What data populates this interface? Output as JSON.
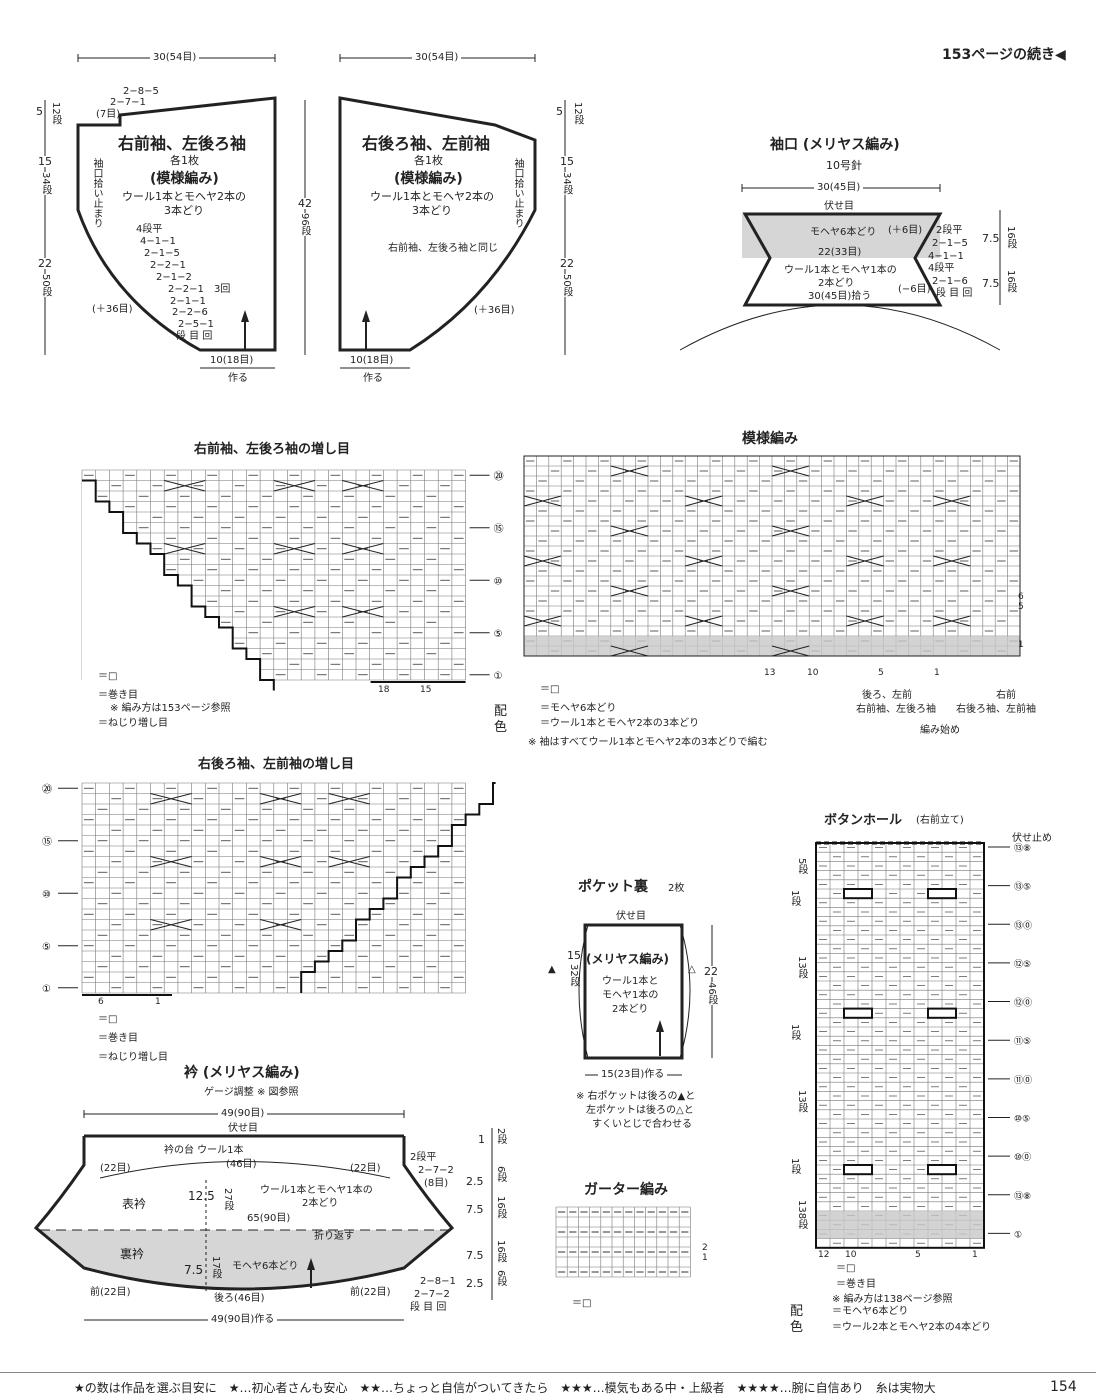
{
  "header": {
    "continued": "153ページの続き◀"
  },
  "sleeves": {
    "width_label": "30(54目)",
    "right_front": {
      "title": "右前袖、左後ろ袖",
      "count": "各1枚",
      "pattern": "(模様編み)",
      "yarn": "ウール1本とモヘヤ2本の",
      "yarn2": "3本どり"
    },
    "right_back": {
      "title": "右後ろ袖、左前袖",
      "count": "各1枚",
      "pattern": "(模様編み)",
      "yarn": "ウール1本とモヘヤ2本の",
      "yarn2": "3本どり",
      "same": "右前袖、左後ろ袖と同じ"
    },
    "side_dims": {
      "top": "5",
      "top_rows": "12段",
      "mid": "15",
      "mid_rows": "34段",
      "low": "22",
      "low_rows": "50段",
      "total": "42",
      "total_rows": "96段"
    },
    "cuff_pickup": "袖口拾い止まり",
    "top_decrease": [
      "2−8−5",
      "2−7−1",
      "(7目)"
    ],
    "increases": [
      "4段平",
      "4−1−1",
      "2−1−5",
      "2−2−1",
      "2−1−2",
      "2−2−1",
      "2−1−1",
      "2−2−6",
      "2−5−1",
      "段 目 回"
    ],
    "repeat_note": "3回",
    "plus36": "(＋36目)",
    "bottom": "10(18目)",
    "cast_on": "作る"
  },
  "cuff": {
    "title": "袖口 (メリヤス編み)",
    "needle": "10号針",
    "width": "30(45目)",
    "bind_off": "伏せ目",
    "mohair": "モヘヤ6本どり",
    "plus6": "(＋6目)",
    "mid": "22(33目)",
    "wool": "ウール1本とモヘヤ1本の",
    "wool2": "2本どり",
    "minus6": "(−6目)",
    "pickup": "30(45目)拾う",
    "rows_top": [
      "2段平",
      "2−1−5",
      "4−1−1"
    ],
    "rows_bot": [
      "4段平",
      "2−1−6",
      "段 目 回"
    ],
    "dims": {
      "h": "7.5",
      "rows": "16段"
    }
  },
  "chart1": {
    "title": "右前袖、左後ろ袖の増し目",
    "legend": [
      "＝□",
      "＝巻き目",
      "※ 編み方は153ページ参照",
      "＝ねじり増し目"
    ],
    "marks": [
      "⑳",
      "⑮",
      "⑩",
      "⑤",
      "①"
    ],
    "bottom": [
      "18",
      "15"
    ]
  },
  "pattern_chart": {
    "title": "模様編み",
    "cols": [
      "13",
      "10",
      "5",
      "1"
    ],
    "rows": [
      "6",
      "5",
      "1"
    ],
    "legend_blank": "＝□",
    "color_label": "配色",
    "mohair": "＝モヘヤ6本どり",
    "wool": "＝ウール1本とモヘヤ2本の3本どり",
    "note": "※ 袖はすべてウール1本とモヘヤ2本の3本どりで編む",
    "bl": "後ろ、左前",
    "bl2": "右前袖、左後ろ袖",
    "br": "右前",
    "br2": "右後ろ袖、左前袖",
    "start": "編み始め"
  },
  "chart2": {
    "title": "右後ろ袖、左前袖の増し目",
    "legend": [
      "＝□",
      "＝巻き目",
      "＝ねじり増し目"
    ],
    "bottom": [
      "6",
      "1"
    ]
  },
  "pocket": {
    "title": "ポケット裏",
    "count": "2枚",
    "bind_off": "伏せ目",
    "pattern": "(メリヤス編み)",
    "yarn": [
      "ウール1本と",
      "モヘヤ1本の",
      "2本どり"
    ],
    "left": "15",
    "left_rows": "32段",
    "right": "22",
    "right_rows": "46段",
    "bottom": "15(23目)作る",
    "note": [
      "※ 右ポケットは後ろの▲と",
      "左ポケットは後ろの△と",
      "すくいとじで合わせる"
    ]
  },
  "garter": {
    "title": "ガーター編み",
    "rows": [
      "2",
      "1"
    ],
    "legend": "＝□"
  },
  "buttonhole": {
    "title": "ボタンホール",
    "sub": "(右前立て)",
    "bind_off": "伏せ止め",
    "left": [
      "5段",
      "1段",
      "13段",
      "1段",
      "13段",
      "1段",
      "138段"
    ],
    "right": [
      "⑬⑧",
      "⑬⑤",
      "⑬⓪",
      "⑫⑤",
      "⑫⓪",
      "⑪⑤",
      "⑪⓪",
      "⑩⑤",
      "⑩⓪",
      "⑬⑧",
      "①"
    ],
    "cols": [
      "12",
      "10",
      "5",
      "1"
    ],
    "legend": [
      "＝□",
      "＝巻き目",
      "※ 編み方は138ページ参照"
    ],
    "color_label": "配色",
    "mohair": "＝モヘヤ6本どり",
    "wool": "＝ウール2本とモヘヤ2本の4本どり"
  },
  "collar": {
    "title": "衿 (メリヤス編み)",
    "gauge": "ゲージ調整 ※ 図参照",
    "top": "49(90目)",
    "bind_off": "伏せ目",
    "base": "衿の台 ウール1本",
    "base_st": "(46目)",
    "side": "(22目)",
    "outer": "表衿",
    "height": "12.5",
    "height_rows": "27段",
    "yarn": "ウール1本とモヘヤ1本の",
    "yarn2": "2本どり",
    "mid": "65(90目)",
    "fold": "折り返す",
    "inner": "裏衿",
    "inner_h": "7.5",
    "inner_rows": "17段",
    "inner_yarn": "モヘヤ6本どり",
    "front": "前(22目)",
    "back": "後ろ(46目)",
    "bottom": "49(90目)作る",
    "rows_top": [
      "2段平",
      "2−7−2",
      "(8目)"
    ],
    "rows_bot": [
      "2−8−1",
      "2−7−2",
      "段 目 回"
    ],
    "dims": [
      [
        "1",
        "2段"
      ],
      [
        "2.5",
        "6段"
      ],
      [
        "7.5",
        "16段"
      ],
      [
        "7.5",
        "16段"
      ],
      [
        "2.5",
        "6段"
      ]
    ]
  },
  "footer": {
    "text": "★の数は作品を選ぶ目安に　★…初心者さんも安心　★★…ちょっと自信がついてきたら　★★★…模気もある中・上級者　★★★★…腕に自信あり　糸は実物大",
    "page": "154"
  }
}
